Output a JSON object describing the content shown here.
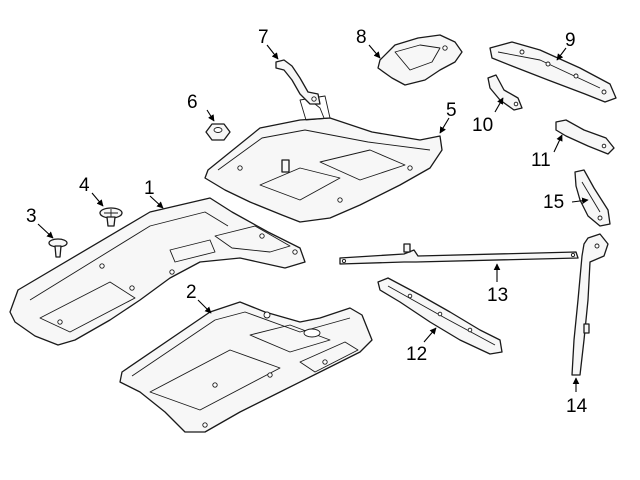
{
  "callouts": {
    "c1": "1",
    "c2": "2",
    "c3": "3",
    "c4": "4",
    "c5": "5",
    "c6": "6",
    "c7": "7",
    "c8": "8",
    "c9": "9",
    "c10": "10",
    "c11": "11",
    "c12": "12",
    "c13": "13",
    "c14": "14",
    "c15": "15"
  },
  "colors": {
    "line": "#1a1a1a",
    "fill": "#f7f7f7",
    "background": "#ffffff"
  }
}
